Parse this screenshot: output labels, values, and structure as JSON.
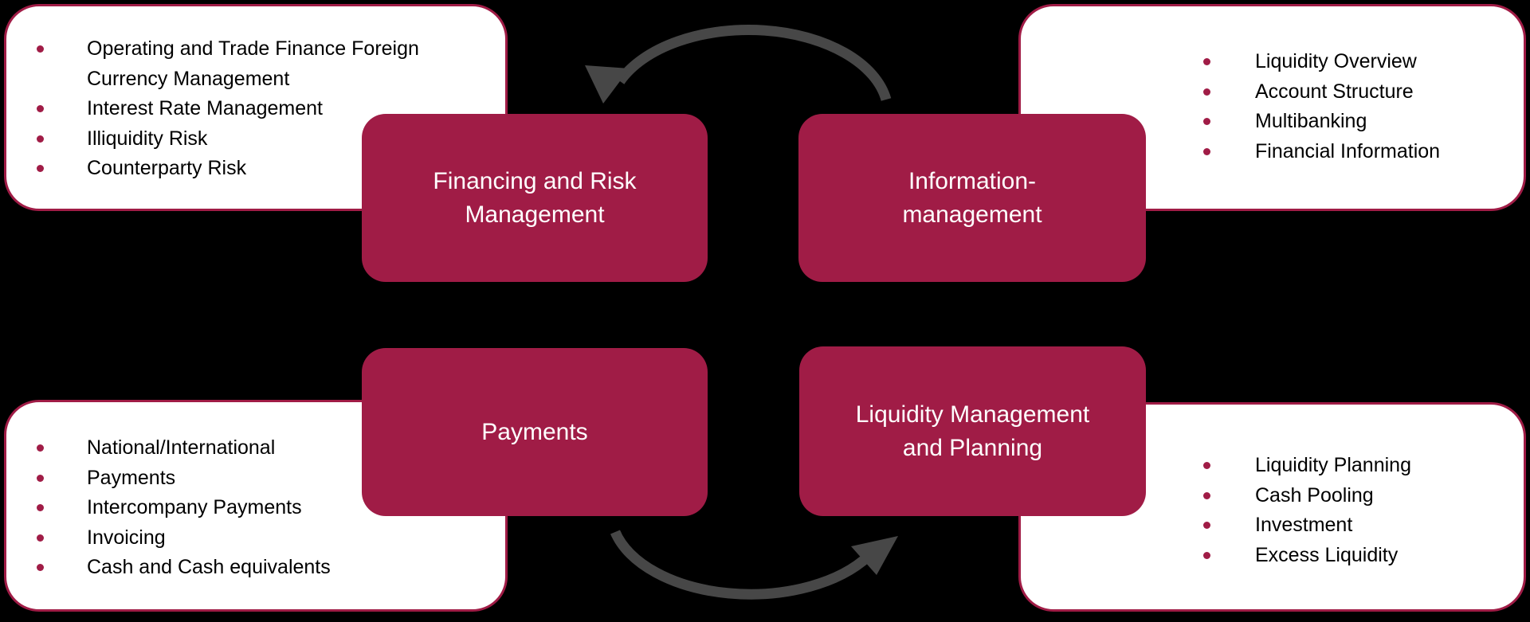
{
  "colors": {
    "accent_maroon": "#A01C46",
    "arrow_gray": "#474747",
    "background": "#000000",
    "box_background": "#FFFFFF",
    "bullet_text": "#000000",
    "pillar_text": "#FFFFFF"
  },
  "diagram": {
    "pillars": {
      "financing": {
        "lines": [
          "Financing and Risk",
          "Management"
        ],
        "label": "Financing and Risk Management"
      },
      "information": {
        "lines": [
          "Information-",
          "management"
        ],
        "label": "Information-management"
      },
      "payments": {
        "lines": [
          "Payments"
        ],
        "label": "Payments"
      },
      "liquidity": {
        "lines": [
          "Liquidity Management",
          "and Planning"
        ],
        "label": "Liquidity Management and Planning"
      }
    },
    "lists": {
      "top_left": {
        "items": [
          "Operating and Trade Finance Foreign Currency Management",
          "Interest Rate Management",
          "Illiquidity Risk",
          "Counterparty Risk"
        ]
      },
      "top_right": {
        "items": [
          "Liquidity Overview",
          "Account Structure",
          "Multibanking",
          "Financial Information"
        ]
      },
      "bottom_left": {
        "items": [
          "National/International",
          "Payments",
          "Intercompany Payments",
          "Invoicing",
          "Cash and Cash equivalents"
        ]
      },
      "bottom_right": {
        "items": [
          "Liquidity Planning",
          "Cash Pooling",
          "Investment",
          "Excess Liquidity"
        ]
      }
    },
    "cycle_direction": "counter-clockwise"
  }
}
